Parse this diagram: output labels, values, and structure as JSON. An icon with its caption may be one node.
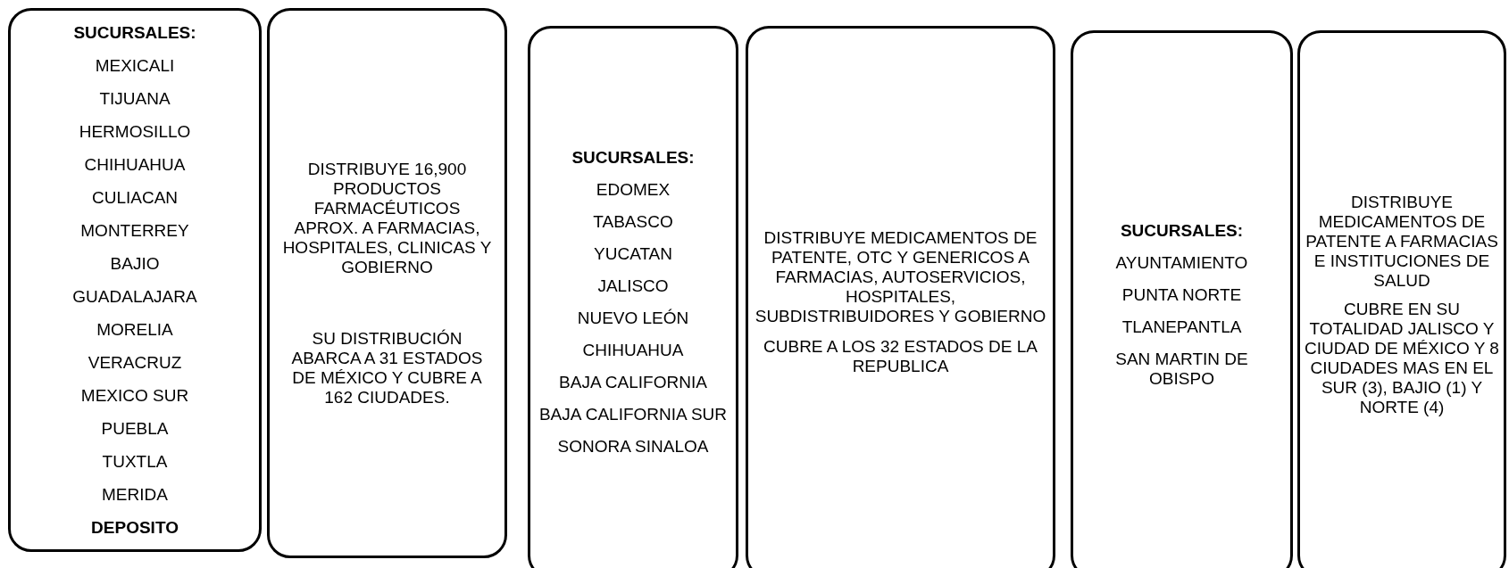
{
  "diagram": {
    "nodes": [
      {
        "text": [
          "SUCURSALES:",
          "MEXICALI",
          "TIJUANA",
          "HERMOSILLO",
          "CHIHUAHUA",
          "CULIACAN",
          "MONTERREY",
          "BAJIO",
          "GUADALAJARA",
          "MORELIA",
          "VERACRUZ",
          "MEXICO SUR",
          "PUEBLA",
          "TUXTLA",
          "MERIDA",
          "DEPOSITO"
        ]
      },
      {
        "text": [
          "DISTRIBUYE 16,900 PRODUCTOS FARMACÉUTICOS APROX. A FARMACIAS, HOSPITALES, CLINICAS Y GOBIERNO",
          "SU DISTRIBUCIÓN ABARCA A 31 ESTADOS DE MÉXICO Y CUBRE A 162 CIUDADES."
        ]
      },
      {
        "text": [
          "SUCURSALES:",
          "EDOMEX",
          "TABASCO",
          "YUCATAN",
          "JALISCO",
          "NUEVO LEÓN",
          "CHIHUAHUA",
          "BAJA CALIFORNIA",
          "BAJA CALIFORNIA SUR",
          "SONORA SINALOA"
        ]
      },
      {
        "text": [
          "DISTRIBUYE MEDICAMENTOS DE PATENTE, OTC Y GENERICOS A FARMACIAS, AUTOSERVICIOS, HOSPITALES, SUBDISTRIBUIDORES Y GOBIERNO",
          "CUBRE A LOS 32 ESTADOS DE LA REPUBLICA"
        ]
      },
      {
        "text": [
          "SUCURSALES:",
          "AYUNTAMIENTO",
          "PUNTA NORTE",
          "TLANEPANTLA",
          "SAN MARTIN DE OBISPO"
        ]
      },
      {
        "text": [
          "DISTRIBUYE MEDICAMENTOS DE PATENTE A FARMACIAS E INSTITUCIONES DE SALUD",
          "CUBRE EN SU TOTALIDAD JALISCO Y CIUDAD DE MÉXICO Y 8 CIUDADES MAS EN EL SUR (3), BAJIO (1) Y NORTE (4)"
        ]
      }
    ],
    "edges": []
  }
}
